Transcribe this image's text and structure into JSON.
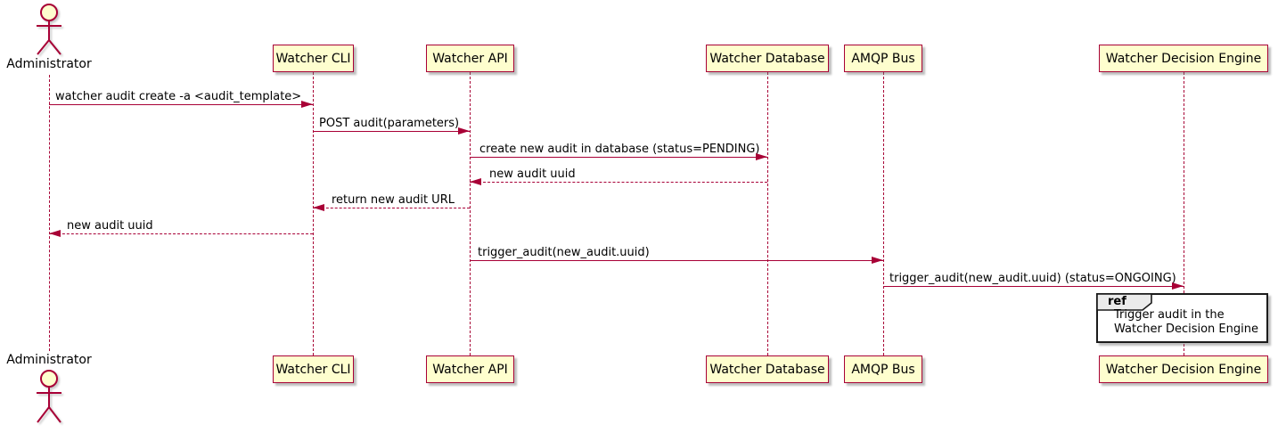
{
  "diagram": {
    "kind": "uml-sequence-diagram",
    "colors": {
      "participant_fill": "#FEFECE",
      "accent_border": "#A80036",
      "text": "#000000",
      "ref_fill": "#FFFFFF",
      "ref_border": "#1B1B1B",
      "ref_tab_fill": "#EBEBEB",
      "background": "#FFFFFF"
    },
    "actor": {
      "label": "Administrator"
    },
    "participants": [
      {
        "label": "Watcher CLI"
      },
      {
        "label": "Watcher API"
      },
      {
        "label": "Watcher Database"
      },
      {
        "label": "AMQP Bus"
      },
      {
        "label": "Watcher Decision Engine"
      }
    ],
    "messages": [
      {
        "from": "Administrator",
        "to": "Watcher CLI",
        "label": "watcher audit create -a <audit_template>",
        "line": "solid",
        "direction": "right"
      },
      {
        "from": "Watcher CLI",
        "to": "Watcher API",
        "label": "POST audit(parameters)",
        "line": "solid",
        "direction": "right"
      },
      {
        "from": "Watcher API",
        "to": "Watcher Database",
        "label": "create new audit in database (status=PENDING)",
        "line": "solid",
        "direction": "right"
      },
      {
        "from": "Watcher Database",
        "to": "Watcher API",
        "label": "new audit uuid",
        "line": "dashed",
        "direction": "left"
      },
      {
        "from": "Watcher API",
        "to": "Watcher CLI",
        "label": "return new audit URL",
        "line": "dashed",
        "direction": "left"
      },
      {
        "from": "Watcher CLI",
        "to": "Administrator",
        "label": "new audit uuid",
        "line": "dashed",
        "direction": "left"
      },
      {
        "from": "Watcher API",
        "to": "AMQP Bus",
        "label": "trigger_audit(new_audit.uuid)",
        "line": "solid",
        "direction": "right"
      },
      {
        "from": "AMQP Bus",
        "to": "Watcher Decision Engine",
        "label": "trigger_audit(new_audit.uuid) (status=ONGOING)",
        "line": "solid",
        "direction": "right"
      }
    ],
    "ref": {
      "keyword": "ref",
      "lines": [
        "Trigger audit in the",
        "Watcher Decision Engine"
      ]
    }
  }
}
